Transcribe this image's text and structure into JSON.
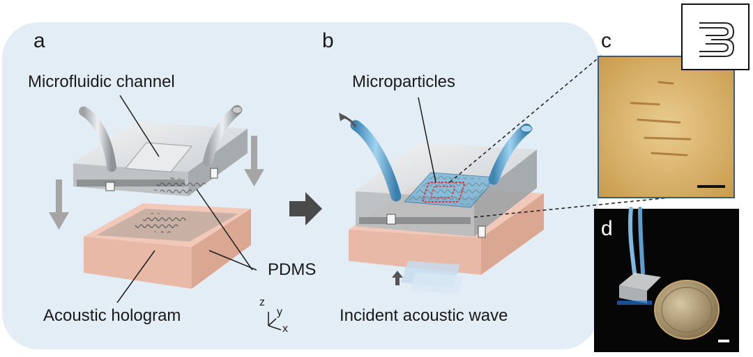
{
  "panels": {
    "a": "a",
    "b": "b",
    "c": "c",
    "d": "d"
  },
  "labels": {
    "microfluidic_channel": "Microfluidic channel",
    "microparticles": "Microparticles",
    "pdms": "PDMS",
    "acoustic_hologram": "Acoustic hologram",
    "incident_acoustic_wave": "Incident acoustic wave"
  },
  "axes": {
    "z": "z",
    "y": "y",
    "x": "x"
  },
  "colors": {
    "background_panel": "#e3edf6",
    "pdms_base": "#f2c9b8",
    "tube": "#d8dadb",
    "fluid": "#6fb3d8",
    "particle_pattern": "#e03030",
    "micrograph": "#d9b26a",
    "photo_bg": "#060606"
  },
  "icons": {
    "pattern_icon": "letter-b-outline-icon",
    "arrow_right": "block-arrow-right-icon",
    "arrow_down": "gray-down-arrow-icon",
    "arrow_up": "gray-up-arrow-icon"
  }
}
